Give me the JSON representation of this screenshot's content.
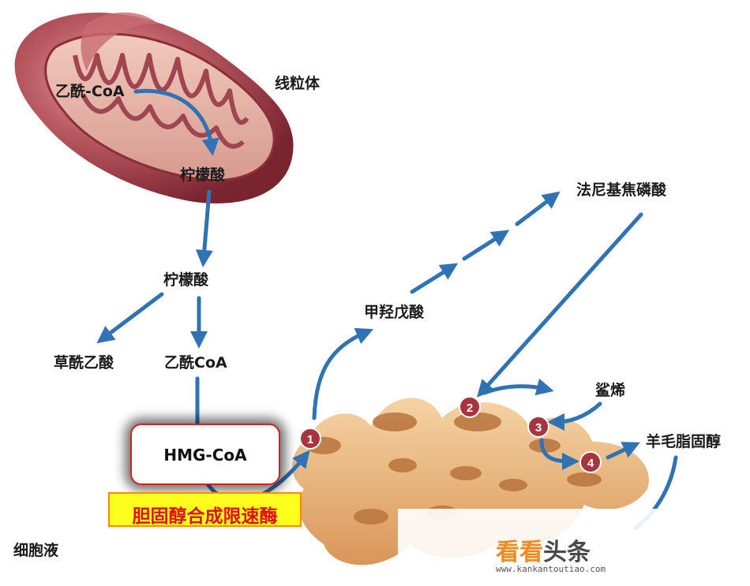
{
  "labels": {
    "mitochondria": "线粒体",
    "acetyl_coa_mito": "乙酰-CoA",
    "citrate_mito": "柠檬酸",
    "citrate_cyto": "柠檬酸",
    "oxaloacetate": "草酰乙酸",
    "acetyl_coa_cyto": "乙酰CoA",
    "hmg_coa": "HMG-CoA",
    "rate_limiting_enzyme": "胆固醇合成限速酶",
    "cytosol": "细胞液",
    "mevalonate": "甲羟戊酸",
    "farnesyl_pp": "法尼基焦磷酸",
    "squalene": "鲨烯",
    "lanosterol": "羊毛脂固醇"
  },
  "steps": [
    "1",
    "2",
    "3",
    "4"
  ],
  "watermark": {
    "logo_part1": "看看",
    "logo_part2": "头条",
    "url": "www.kankantoutiao.com"
  },
  "colors": {
    "arrow": "#2f73b5",
    "highlight_border": "#d52020",
    "banner_fill": "#ffff1e",
    "banner_text": "#e01010",
    "step_marker": "#a8343e",
    "mito_outer": "#9c3940",
    "er_fill": "#e9b275"
  }
}
